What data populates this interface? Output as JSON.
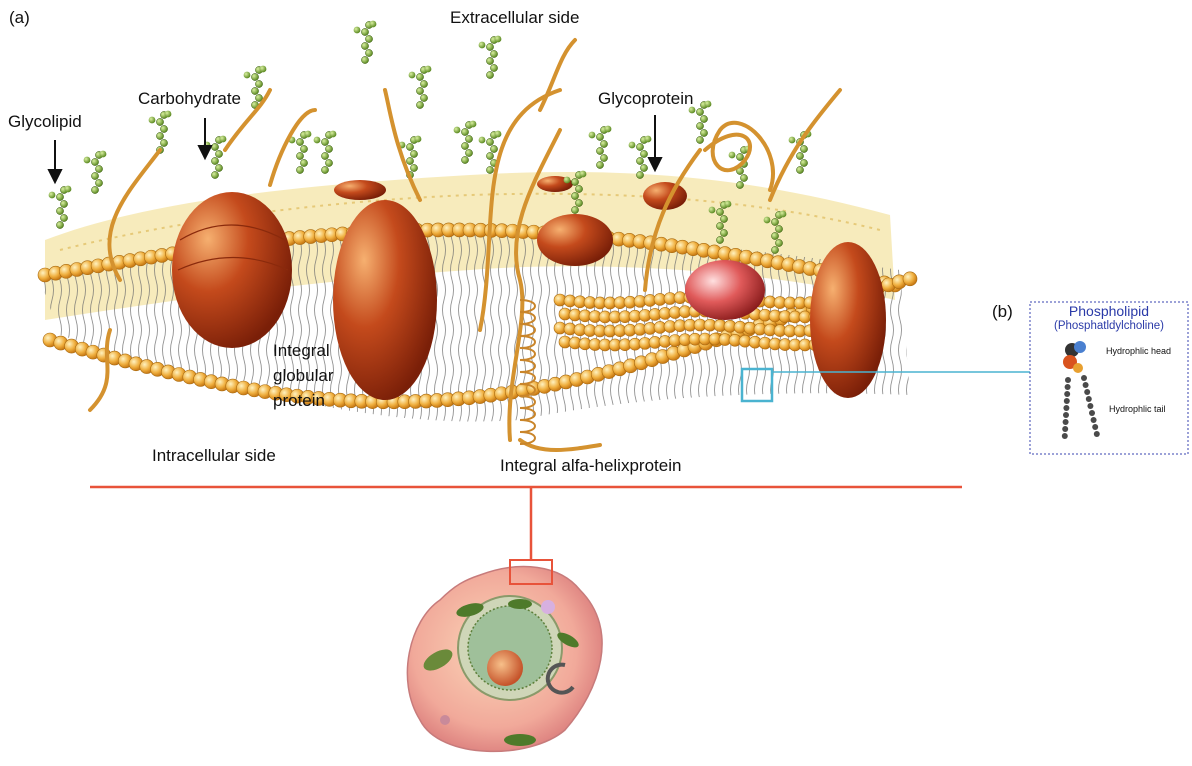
{
  "panel_a_label": "(a)",
  "panel_b_label": "(b)",
  "labels": {
    "extracellular": "Extracellular side",
    "glycolipid": "Glycolipid",
    "carbohydrate": "Carbohydrate",
    "glycoprotein": "Glycoprotein",
    "integral_globular_1": "Integral",
    "integral_globular_2": "globular",
    "integral_globular_3": "protein",
    "intracellular": "Intracellular side",
    "integral_helix": "Integral alfa-helixprotein"
  },
  "inset": {
    "title": "Phospholipid",
    "subtitle": "(Phosphatldylcholine)",
    "head_label": "Hydrophlic head",
    "tail_label": "Hydrophlic tail"
  },
  "colors": {
    "lipid_head": "#e9a53a",
    "protein": "#b8401c",
    "carbohydrate": "#7aa13a",
    "connector_line": "#e8533a",
    "inset_line": "#4ab3d0",
    "inset_border": "#3a46b0"
  }
}
